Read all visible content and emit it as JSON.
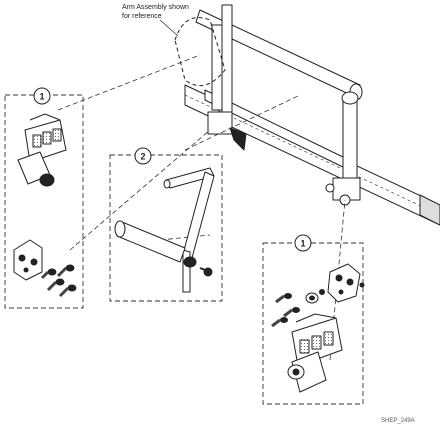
{
  "annotation": {
    "line1": "Arm Assembly shown",
    "line2": "for reference"
  },
  "callouts": {
    "left_box": "1",
    "center_box": "2",
    "right_box": "1"
  },
  "drawing_code": "SHEP_249A"
}
